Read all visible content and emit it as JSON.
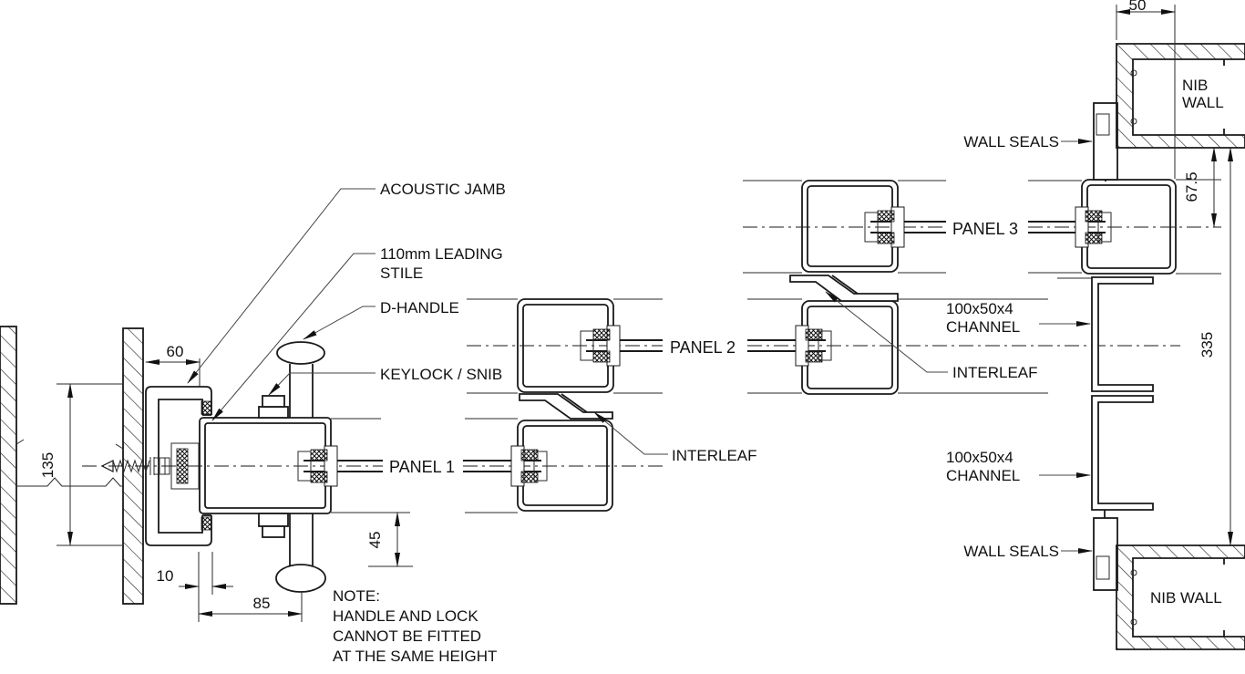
{
  "drawing": {
    "labels": {
      "acoustic_jamb": "ACOUSTIC JAMB",
      "leading_stile_line1": "110mm LEADING",
      "leading_stile_line2": "STILE",
      "d_handle": "D-HANDLE",
      "keylock_snib": "KEYLOCK / SNIB",
      "panel_1": "PANEL 1",
      "panel_2": "PANEL 2",
      "panel_3": "PANEL 3",
      "interleaf": "INTERLEAF",
      "channel_line1": "100x50x4",
      "channel_line2": "CHANNEL",
      "wall_seals": "WALL SEALS",
      "nib_wall_line1": "NIB",
      "nib_wall_line2": "WALL",
      "nib_wall_single": "NIB WALL"
    },
    "dimensions": {
      "nib_depth": "50",
      "seal_offset": "67.5",
      "channel_run": "335",
      "jamb_depth": "60",
      "jamb_height": "135",
      "gap": "10",
      "handle_offset": "85",
      "lock_offset": "45"
    },
    "note": {
      "line1": "NOTE:",
      "line2": "HANDLE AND LOCK",
      "line3": "CANNOT BE FITTED",
      "line4": "AT THE SAME HEIGHT"
    }
  }
}
